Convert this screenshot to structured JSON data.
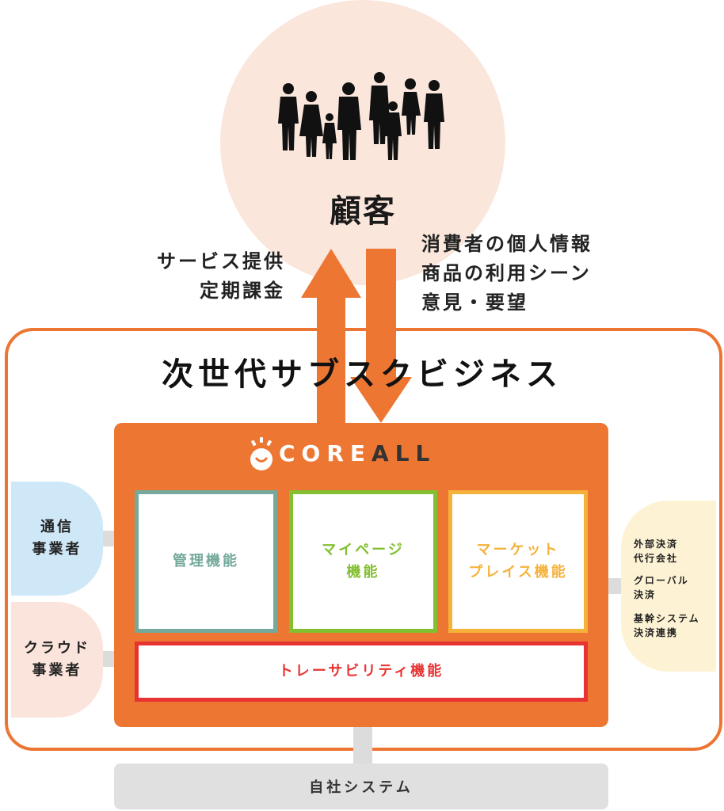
{
  "customer": {
    "label": "顧客",
    "icon": "people-silhouette-icon"
  },
  "flows": {
    "up": {
      "lines": [
        "サービス提供",
        "定期課金"
      ]
    },
    "down": {
      "lines": [
        "消費者の個人情報",
        "商品の利用シーン",
        "意見・要望"
      ]
    }
  },
  "platform": {
    "title": "次世代サブスクビジネス"
  },
  "core": {
    "logo_core": "CORE",
    "logo_all": "ALL",
    "modules": {
      "admin": [
        "管理機能"
      ],
      "mypage": [
        "マイページ",
        "機能"
      ],
      "marketplace": [
        "マーケット",
        "プレイス機能"
      ],
      "traceability": [
        "トレーサビリティ機能"
      ]
    }
  },
  "partners_left": {
    "telecom": [
      "通信",
      "事業者"
    ],
    "cloud": [
      "クラウド",
      "事業者"
    ]
  },
  "partners_right": {
    "items": [
      [
        "外部決済",
        "代行会社"
      ],
      [
        "グローバル",
        "決済"
      ],
      [
        "基幹システム",
        "決済連携"
      ]
    ]
  },
  "self_system": {
    "label": "自社システム"
  },
  "colors": {
    "orange": "#ed7633",
    "customer_bg": "#fbe6dc",
    "admin": "#74a99c",
    "mypage": "#82c031",
    "marketplace": "#f5b23b",
    "traceability": "#e83333",
    "telecom_bg": "#cfe8f8",
    "cloud_bg": "#fbe4db",
    "payment_bg": "#fdf3d4",
    "connector": "#dcdcdc"
  }
}
